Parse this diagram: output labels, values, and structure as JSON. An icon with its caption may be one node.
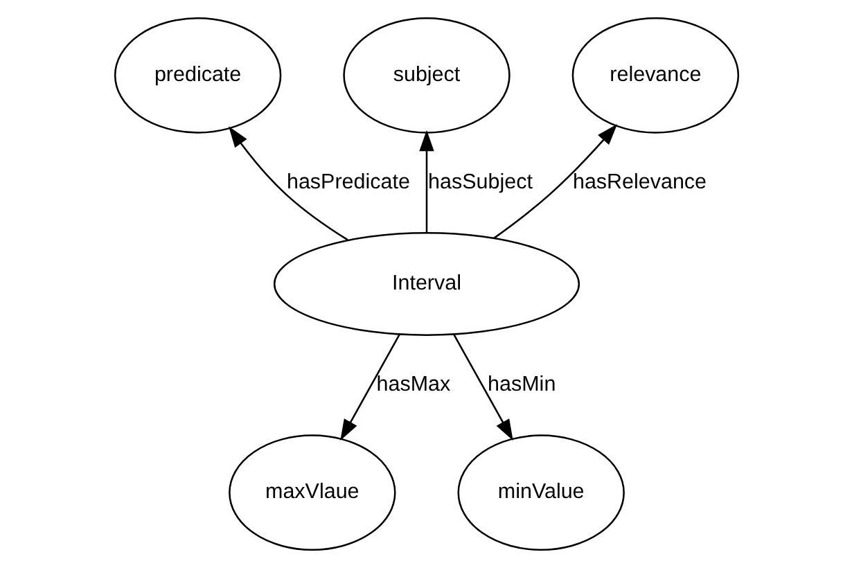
{
  "diagram": {
    "nodes": [
      {
        "text": [
          "predicate"
        ]
      },
      {
        "text": [
          "subject"
        ]
      },
      {
        "text": [
          "relevance"
        ]
      },
      {
        "text": [
          "Interval"
        ]
      },
      {
        "text": [
          "maxVlaue"
        ]
      },
      {
        "text": [
          "minValue"
        ]
      }
    ],
    "edges": [
      {
        "from": 3,
        "to": 0,
        "arrow": "to",
        "label": "hasPredicate"
      },
      {
        "from": 3,
        "to": 1,
        "arrow": "to",
        "label": "hasSubject"
      },
      {
        "from": 3,
        "to": 2,
        "arrow": "to",
        "label": "hasRelevance"
      },
      {
        "from": 3,
        "to": 4,
        "arrow": "to",
        "label": "hasMax"
      },
      {
        "from": 3,
        "to": 5,
        "arrow": "to",
        "label": "hasMin"
      }
    ]
  }
}
